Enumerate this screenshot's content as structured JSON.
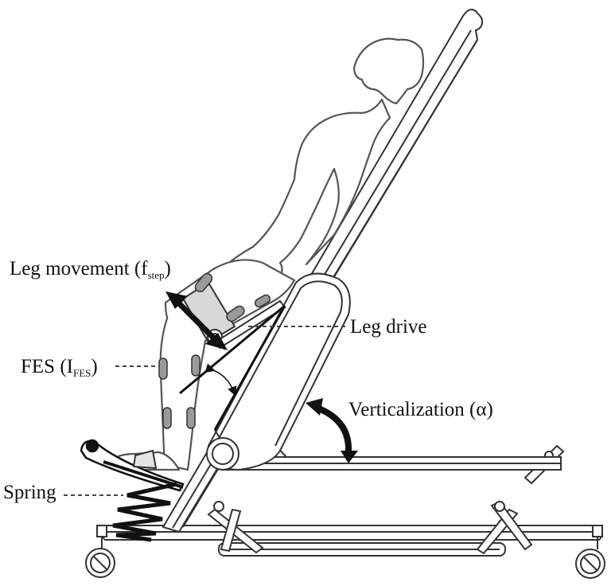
{
  "labels": {
    "leg_movement": {
      "text": "Leg movement (f",
      "sub": "step",
      "close": ")"
    },
    "leg_drive": "Leg drive",
    "fes": {
      "text": "FES (I",
      "sub": "FES",
      "close": ")"
    },
    "verticalization": "Verticalization (α)",
    "spring": "Spring"
  },
  "colors": {
    "outline": "#333333",
    "body_outline": "#555555",
    "electrode_fill": "#9a9a9a",
    "arrow": "#111111",
    "dashed_leader": "#444444"
  }
}
